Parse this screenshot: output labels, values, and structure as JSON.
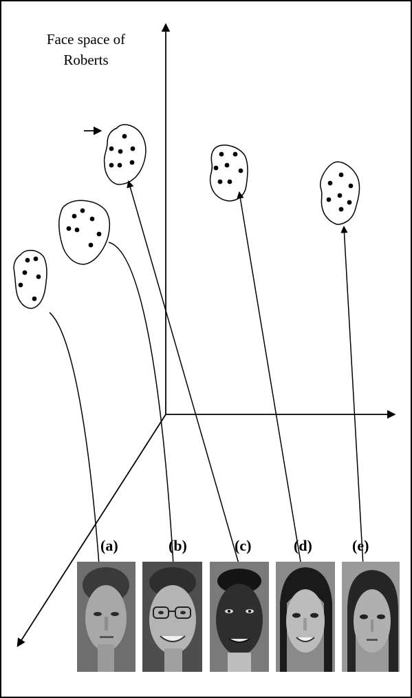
{
  "figure": {
    "title_line1": "Face space of",
    "title_line2": "Roberts",
    "labels": [
      "(a)",
      "(b)",
      "(c)",
      "(d)",
      "(e)"
    ]
  },
  "colors": {
    "ink": "#000000",
    "background": "#ffffff"
  }
}
